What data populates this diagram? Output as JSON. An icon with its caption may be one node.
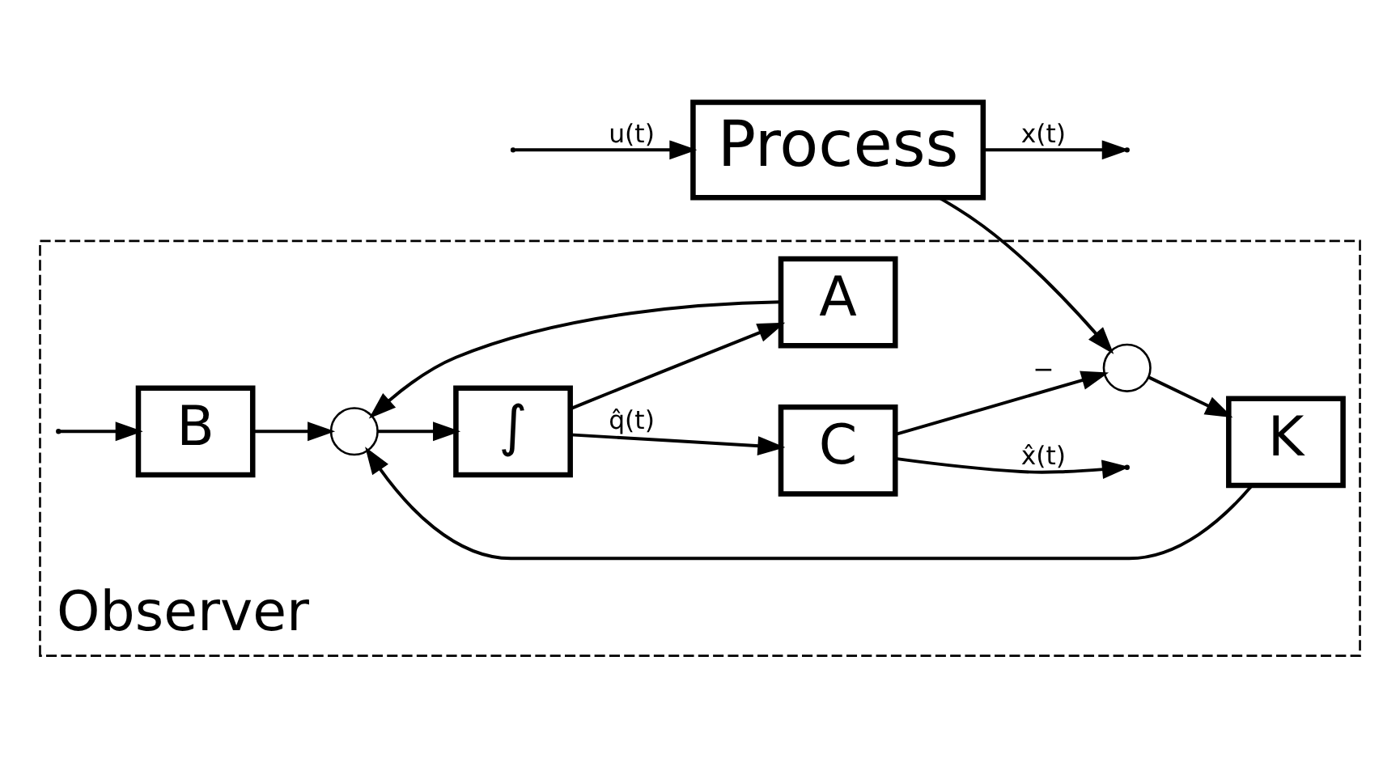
{
  "diagram": {
    "nodes": [
      {
        "text": [
          "Observer"
        ]
      },
      {
        "text": [
          "Process"
        ]
      },
      {
        "text": [
          "B"
        ],
        "in": 0
      },
      {
        "text": [],
        "shape": "circle",
        "in": 0
      },
      {
        "text": [
          "∫"
        ],
        "in": 0
      },
      {
        "text": [
          "C"
        ],
        "in": 0
      },
      {
        "text": [
          "K"
        ],
        "in": 0
      },
      {
        "text": [
          "A"
        ],
        "in": 0
      },
      {
        "text": [],
        "shape": "circle",
        "in": 0
      }
    ],
    "edges": [
      {
        "from": null,
        "to": 1,
        "arrow": "to",
        "label": "u(t)"
      },
      {
        "from": null,
        "to": 2,
        "arrow": "to"
      },
      {
        "from": 1,
        "to": null,
        "arrow": "to",
        "label": "x(t)"
      },
      {
        "from": 1,
        "to": 8,
        "arrow": "to"
      },
      {
        "from": 8,
        "to": 6,
        "arrow": "to"
      },
      {
        "from": 6,
        "to": 3,
        "arrow": "to"
      },
      {
        "from": 2,
        "to": 3,
        "arrow": "to"
      },
      {
        "from": 7,
        "to": 3,
        "arrow": "to"
      },
      {
        "from": 3,
        "to": 4,
        "arrow": "to"
      },
      {
        "from": 4,
        "to": 5,
        "arrow": "to",
        "label": "q̂(t)"
      },
      {
        "from": 4,
        "to": 7,
        "arrow": "to"
      },
      {
        "from": 5,
        "to": null,
        "arrow": "to",
        "label": "x̂(t)"
      },
      {
        "from": 5,
        "to": 8,
        "arrow": "to",
        "label": "−"
      }
    ]
  }
}
